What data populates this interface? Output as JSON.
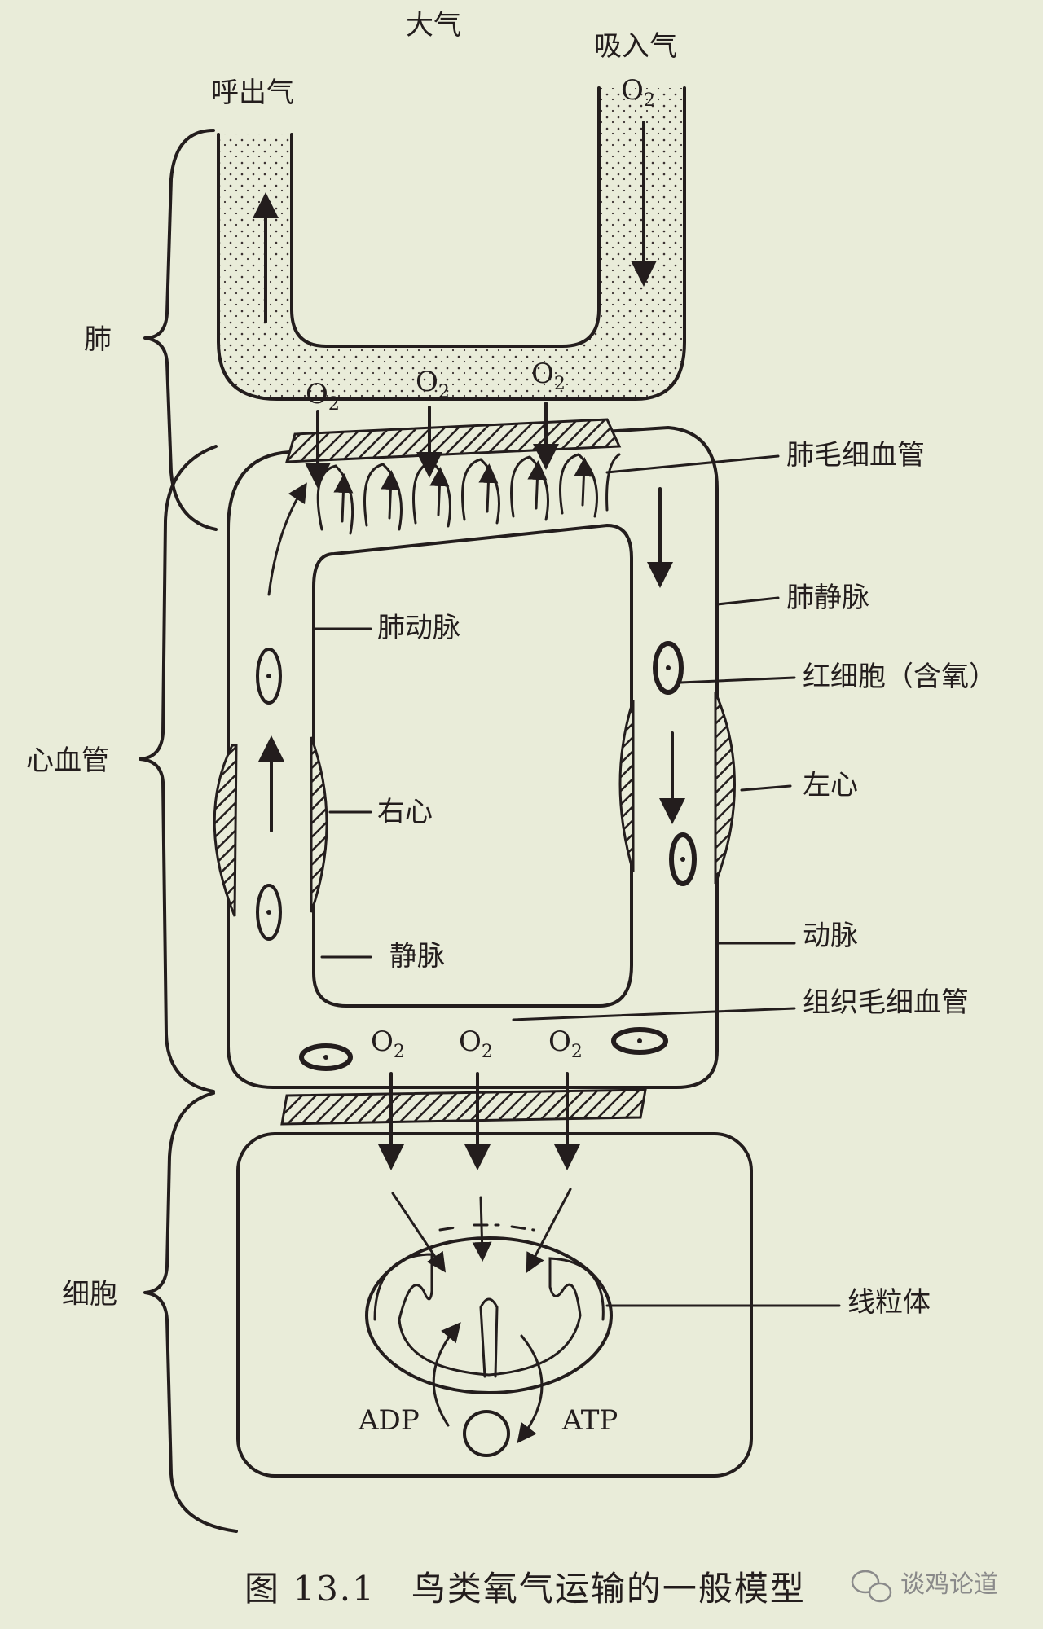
{
  "top": {
    "atmosphere": "大气",
    "exhaled": "呼出气",
    "inhaled": "吸入气",
    "oxygen": "O",
    "oxygen_sub": "2"
  },
  "brackets": {
    "lung": "肺",
    "cardiovascular": "心血管",
    "cell": "细胞"
  },
  "labels": {
    "pulmonary_capillary": "肺毛细血管",
    "pulmonary_vein": "肺静脉",
    "red_blood_cell": "红细胞（含氧）",
    "left_heart": "左心",
    "artery": "动脉",
    "tissue_capillary": "组织毛细血管",
    "mitochondria": "线粒体",
    "pulmonary_artery": "肺动脉",
    "right_heart": "右心",
    "vein": "静脉",
    "adp": "ADP",
    "atp": "ATP"
  },
  "caption": "图 13.1　鸟类氧气运输的一般模型",
  "watermark": "谈鸡论道"
}
